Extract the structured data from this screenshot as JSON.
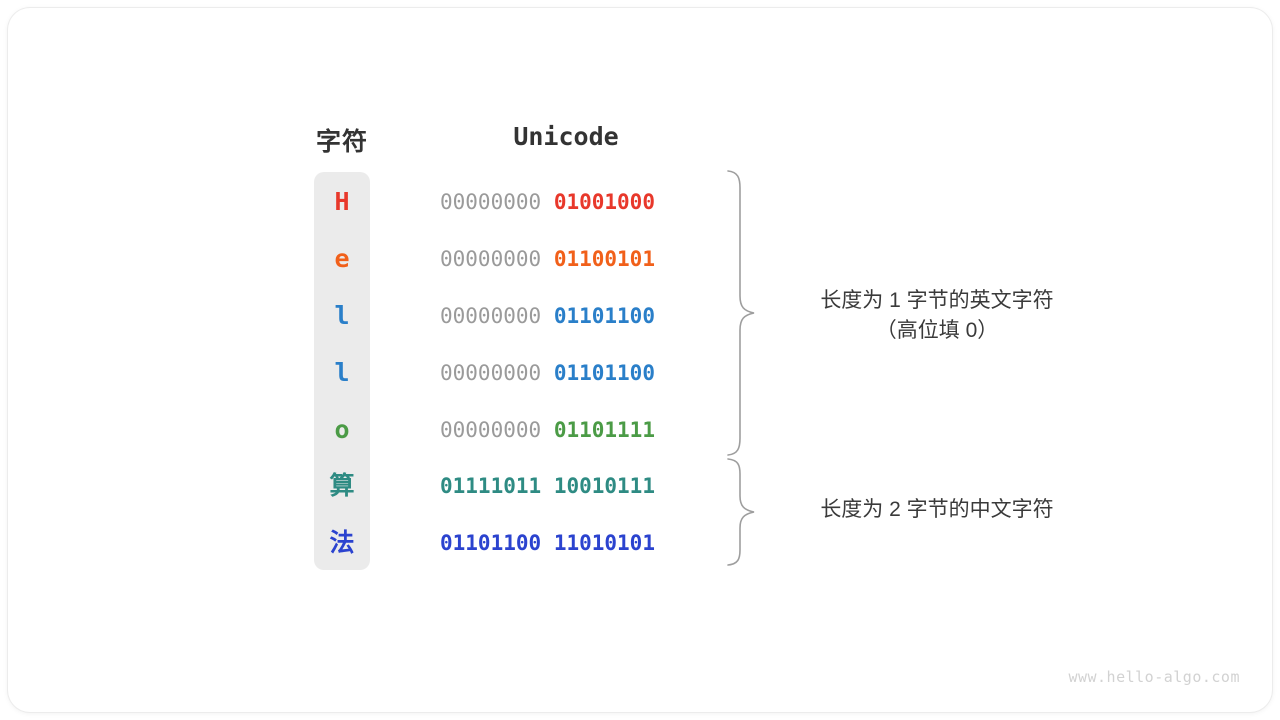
{
  "figure": {
    "watermark": "www.hello-algo.com",
    "headers": {
      "character": "字符",
      "encoding": "Unicode"
    },
    "colors": {
      "H": "#e8382b",
      "e": "#f1601a",
      "l": "#2a7fc9",
      "o": "#4b9b46",
      "suan": "#2e8b83",
      "fa": "#2b43cf",
      "high_byte_gray": "#9a9a9a",
      "column_background": "#ebebeb",
      "brace": "#9e9e9e",
      "card_background": "#ffffff"
    },
    "rows": [
      {
        "char": "H",
        "high": "00000000",
        "low": "01001000",
        "color": "#e8382b",
        "cjk": false,
        "high_bold": false
      },
      {
        "char": "e",
        "high": "00000000",
        "low": "01100101",
        "color": "#f1601a",
        "cjk": false,
        "high_bold": false
      },
      {
        "char": "l",
        "high": "00000000",
        "low": "01101100",
        "color": "#2a7fc9",
        "cjk": false,
        "high_bold": false
      },
      {
        "char": "l",
        "high": "00000000",
        "low": "01101100",
        "color": "#2a7fc9",
        "cjk": false,
        "high_bold": false
      },
      {
        "char": "o",
        "high": "00000000",
        "low": "01101111",
        "color": "#4b9b46",
        "cjk": false,
        "high_bold": false
      },
      {
        "char": "算",
        "high": "01111011",
        "low": "10010111",
        "color": "#2e8b83",
        "cjk": true,
        "high_bold": true
      },
      {
        "char": "法",
        "high": "01101100",
        "low": "11010101",
        "color": "#2b43cf",
        "cjk": true,
        "high_bold": true
      }
    ],
    "annotations": [
      {
        "text": "长度为 1 字节的英文字符\n（高位填 0）",
        "group": "ascii-group"
      },
      {
        "text": "长度为 2 字节的中文字符",
        "group": "cjk-group"
      }
    ]
  }
}
